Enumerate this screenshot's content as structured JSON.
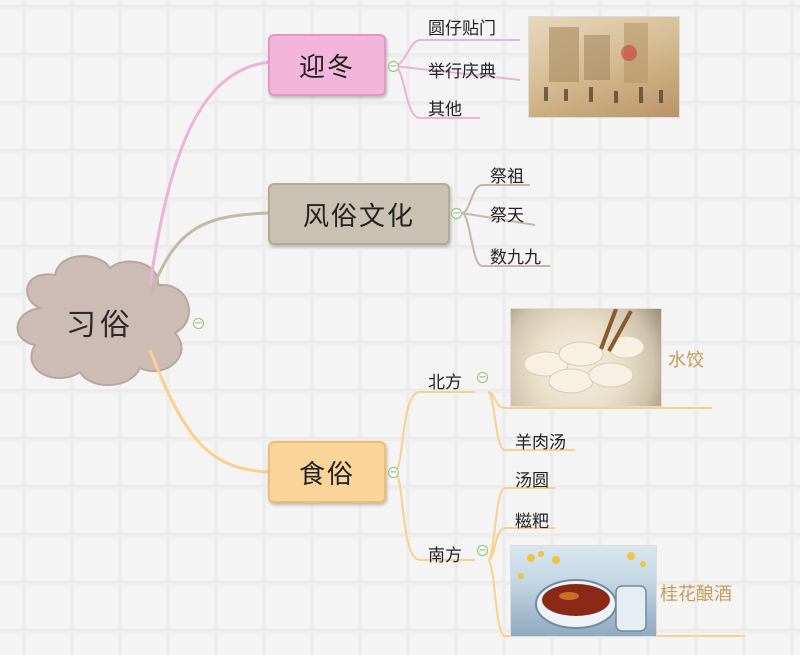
{
  "root": {
    "label": "习俗"
  },
  "branches": {
    "winter": {
      "label": "迎冬",
      "items": [
        "圆仔贴门",
        "举行庆典",
        "其他"
      ]
    },
    "culture": {
      "label": "风俗文化",
      "items": [
        "祭祖",
        "祭天",
        "数九九"
      ]
    },
    "food": {
      "label": "食俗",
      "north": {
        "label": "北方",
        "items": [
          "水饺",
          "羊肉汤"
        ]
      },
      "south": {
        "label": "南方",
        "items": [
          "汤圆",
          "糍粑",
          "桂花酿酒"
        ]
      }
    }
  },
  "colors": {
    "winter": "#f3b6da",
    "culture": "#c9c1b1",
    "food": "#fbd49a",
    "root": "#cdbcb6",
    "accent_text": "#c59a57"
  },
  "icons": {
    "collapse": "minus-circle-icon"
  },
  "collapse_symbol": "−"
}
